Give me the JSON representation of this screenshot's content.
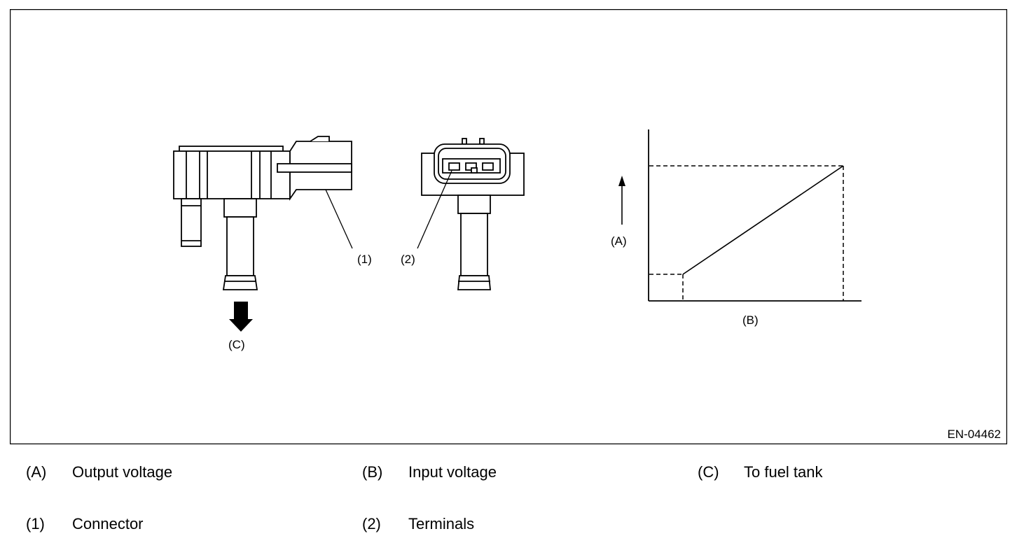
{
  "figure": {
    "code": "EN-04462",
    "callouts": {
      "connector": "(1)",
      "terminals": "(2)",
      "output_axis": "(A)",
      "input_axis": "(B)",
      "fuel_tank": "(C)"
    }
  },
  "legend": {
    "items": [
      {
        "key": "(A)",
        "text": "Output voltage"
      },
      {
        "key": "(B)",
        "text": "Input voltage"
      },
      {
        "key": "(C)",
        "text": "To fuel tank"
      },
      {
        "key": "(1)",
        "text": "Connector"
      },
      {
        "key": "(2)",
        "text": "Terminals"
      }
    ]
  }
}
